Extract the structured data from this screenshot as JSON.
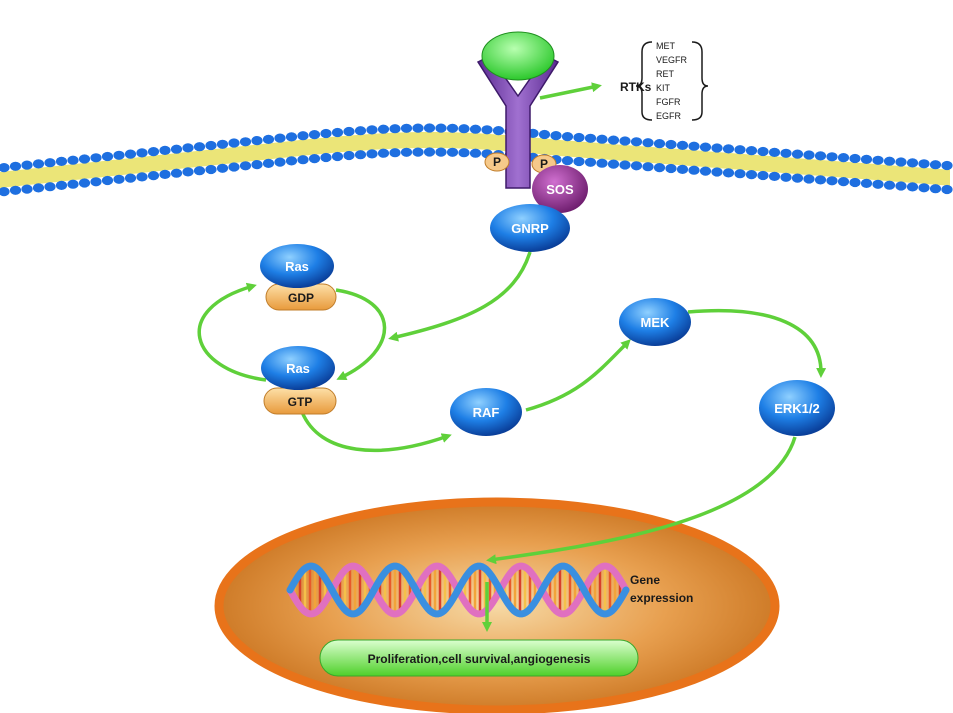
{
  "receptor": {
    "name": "RTKs",
    "phospho_label": "P",
    "members": [
      "MET",
      "VEGFR",
      "RET",
      "KIT",
      "FGFR",
      "EGFR"
    ]
  },
  "adaptors": {
    "sos": "SOS",
    "gnrp": "GNRP"
  },
  "ras_cycle": {
    "ras_inactive": "Ras",
    "gdp": "GDP",
    "ras_active": "Ras",
    "gtp": "GTP"
  },
  "cascade": {
    "raf": "RAF",
    "mek": "MEK",
    "erk": "ERK1/2"
  },
  "nucleus": {
    "gene_expression": [
      "Gene",
      "expression"
    ],
    "outcome": "Proliferation,cell survival,angiogenesis"
  },
  "colors": {
    "arrow": "#5fd03a",
    "protein": "#1e7fe6",
    "receptor": "#7a3aa8",
    "sos": "#8a2a8a",
    "ligand": "#4fe04f",
    "nucleus": "#ef7d1a",
    "lipid_head": "#1e6fe0",
    "lipid_tail": "#e8e060"
  }
}
